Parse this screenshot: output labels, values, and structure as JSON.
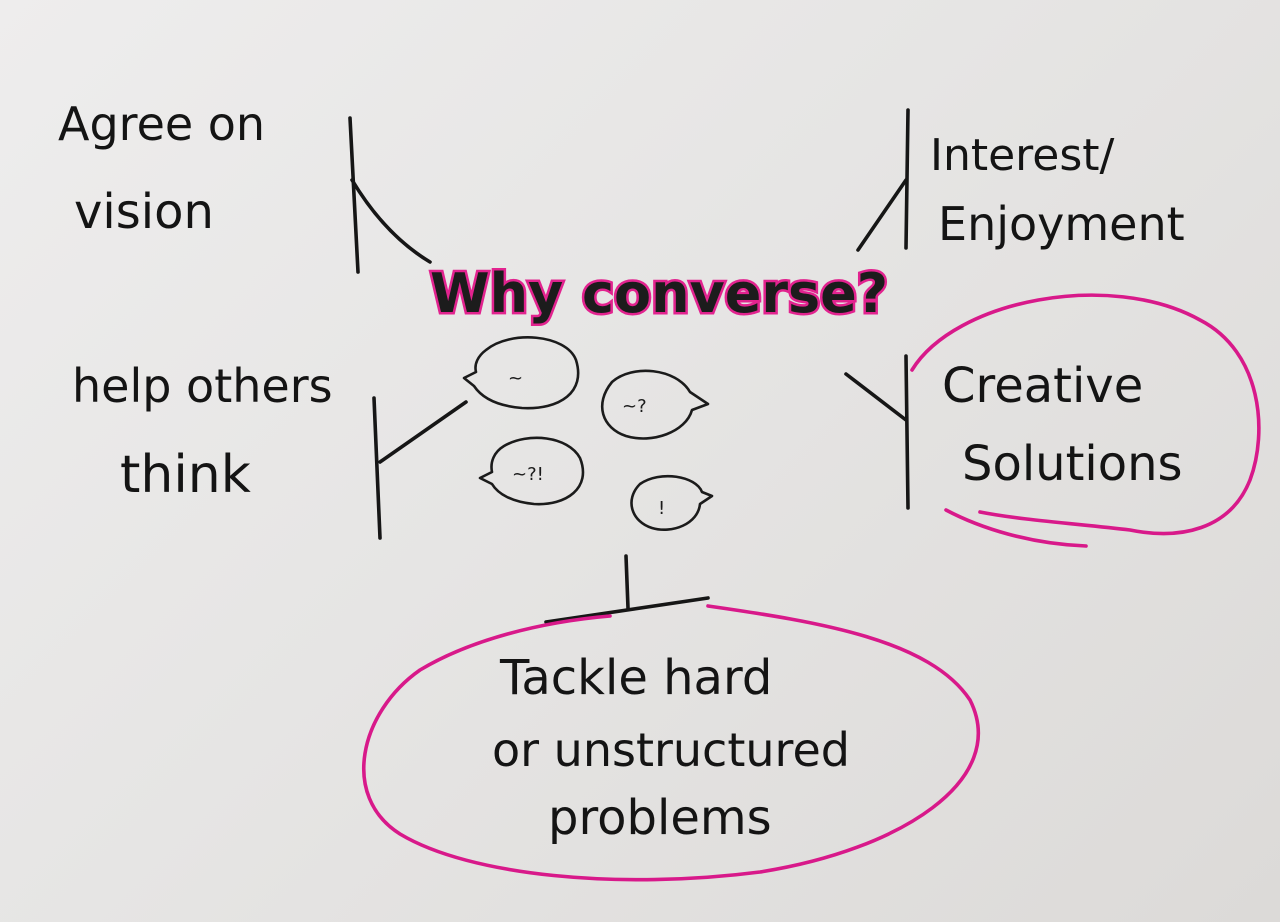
{
  "diagram": {
    "title": "Why converse?",
    "branches": {
      "agree": [
        "Agree on",
        "vision"
      ],
      "interest": [
        "Interest/",
        "Enjoyment"
      ],
      "help": [
        "help others",
        "think"
      ],
      "creative": [
        "Creative",
        "Solutions"
      ],
      "tackle": [
        "Tackle hard",
        "or unstructured",
        "problems"
      ]
    },
    "bubbles": [
      "~",
      "~?",
      "~?!",
      "!"
    ]
  },
  "colors": {
    "ink": "#161616",
    "highlight": "#d8198a",
    "paper": "#e9e8e7"
  }
}
